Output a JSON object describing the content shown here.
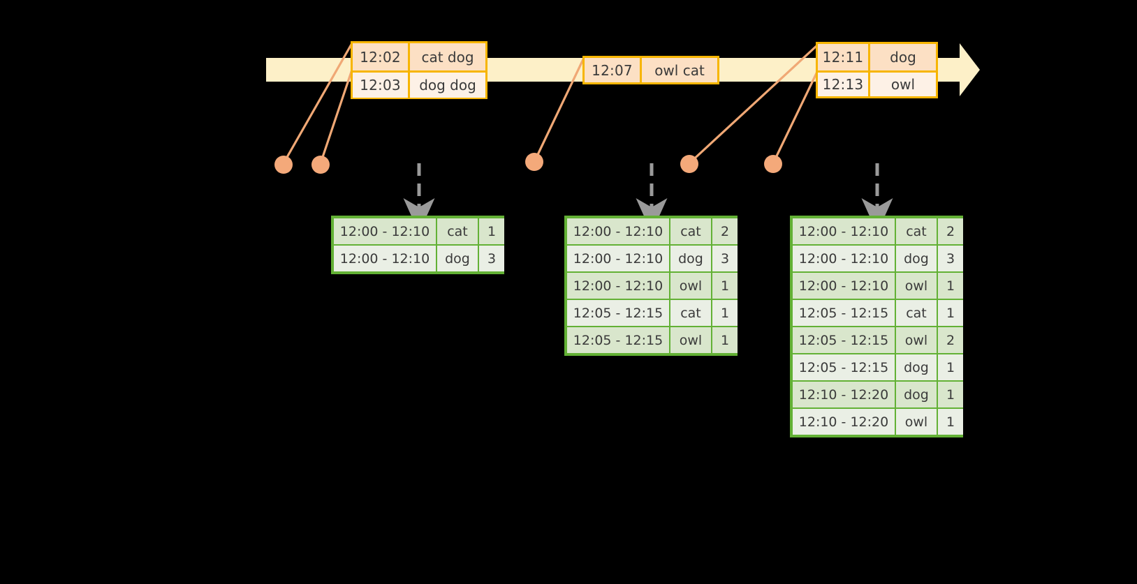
{
  "diagram": {
    "title": "sliding-window-word-count-stream-diagram",
    "colors": {
      "background": "#000000",
      "timeline_bar": "#fdf0c8",
      "event_border": "#f7b500",
      "event_fill_dark": "#fce0c4",
      "event_fill_light": "#fdf1e6",
      "connector": "#f0a875",
      "dot": "#f4a97a",
      "table_border": "#63b135",
      "cell_fill_dark": "#d9e6cc",
      "cell_fill_light": "#eaefe5",
      "dashed_arrow": "#9a9a9a"
    }
  },
  "timeline": {
    "name": "event-stream-timeline",
    "direction": "left-to-right",
    "arrowhead": "right-arrow-icon",
    "event_groups": [
      {
        "name": "event-group-1",
        "events": [
          {
            "time": "12:02",
            "payload": "cat dog"
          },
          {
            "time": "12:03",
            "payload": "dog dog"
          }
        ]
      },
      {
        "name": "event-group-2",
        "events": [
          {
            "time": "12:07",
            "payload": "owl cat"
          }
        ]
      },
      {
        "name": "event-group-3",
        "events": [
          {
            "time": "12:11",
            "payload": "dog"
          },
          {
            "time": "12:13",
            "payload": "owl"
          }
        ]
      }
    ]
  },
  "origin_dots": [
    {
      "name": "origin-dot-12-02"
    },
    {
      "name": "origin-dot-12-03"
    },
    {
      "name": "origin-dot-12-07"
    },
    {
      "name": "origin-dot-12-11"
    },
    {
      "name": "origin-dot-12-13"
    }
  ],
  "result_tables": [
    {
      "name": "result-table-1",
      "rows": [
        {
          "window": "12:00 - 12:10",
          "word": "cat",
          "count": "1",
          "group": 1
        },
        {
          "window": "12:00 - 12:10",
          "word": "dog",
          "count": "3",
          "group": 1
        }
      ]
    },
    {
      "name": "result-table-2",
      "rows": [
        {
          "window": "12:00 - 12:10",
          "word": "cat",
          "count": "2",
          "group": 1
        },
        {
          "window": "12:00 - 12:10",
          "word": "dog",
          "count": "3",
          "group": 1
        },
        {
          "window": "12:00 - 12:10",
          "word": "owl",
          "count": "1",
          "group": 1
        },
        {
          "window": "12:05 - 12:15",
          "word": "cat",
          "count": "1",
          "group": 2
        },
        {
          "window": "12:05 - 12:15",
          "word": "owl",
          "count": "1",
          "group": 2
        }
      ]
    },
    {
      "name": "result-table-3",
      "rows": [
        {
          "window": "12:00 - 12:10",
          "word": "cat",
          "count": "2",
          "group": 1
        },
        {
          "window": "12:00 - 12:10",
          "word": "dog",
          "count": "3",
          "group": 1
        },
        {
          "window": "12:00 - 12:10",
          "word": "owl",
          "count": "1",
          "group": 1
        },
        {
          "window": "12:05 - 12:15",
          "word": "cat",
          "count": "1",
          "group": 2
        },
        {
          "window": "12:05 - 12:15",
          "word": "owl",
          "count": "2",
          "group": 2
        },
        {
          "window": "12:05 - 12:15",
          "word": "dog",
          "count": "1",
          "group": 2
        },
        {
          "window": "12:10 - 12:20",
          "word": "dog",
          "count": "1",
          "group": 3
        },
        {
          "window": "12:10 - 12:20",
          "word": "owl",
          "count": "1",
          "group": 3
        }
      ]
    }
  ],
  "emit_arrows": [
    {
      "name": "emit-arrow-1"
    },
    {
      "name": "emit-arrow-2"
    },
    {
      "name": "emit-arrow-3"
    }
  ]
}
